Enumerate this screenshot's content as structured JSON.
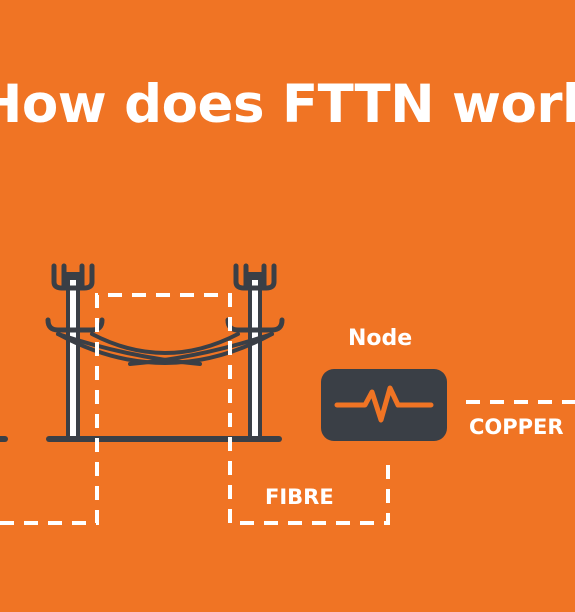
{
  "title": "How does FTTN work?",
  "labels": {
    "node": "Node",
    "fibre": "FIBRE",
    "copper": "COPPER"
  },
  "colors": {
    "background": "#F07424",
    "dark": "#3A3F46",
    "white": "#FFFFFF",
    "signal": "#F07424"
  },
  "icons": {
    "poles": "power-pole-icon",
    "node": "node-box-icon",
    "signal": "signal-wave-icon"
  }
}
